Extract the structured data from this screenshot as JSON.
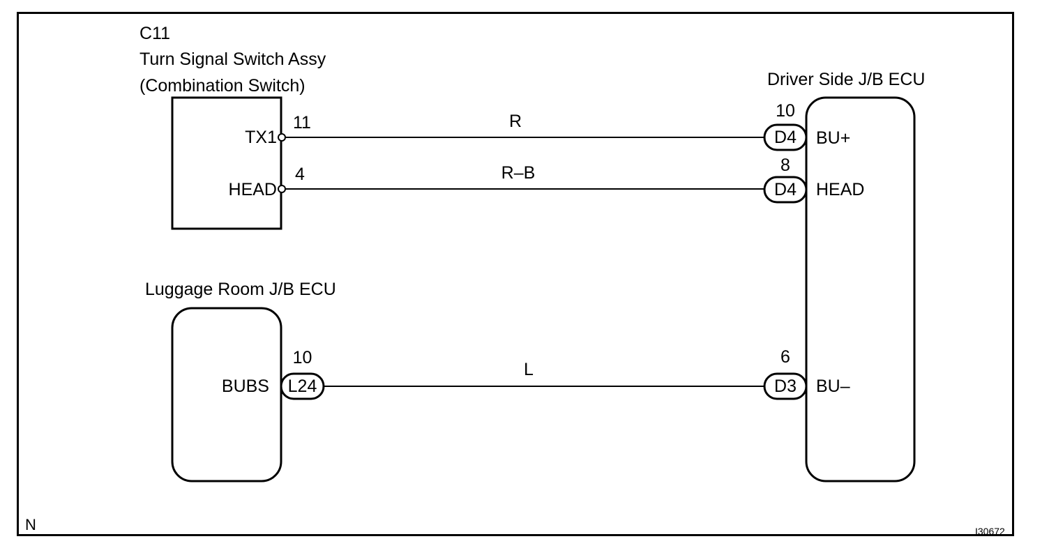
{
  "components": {
    "switch": {
      "code": "C11",
      "name": "Turn Signal Switch Assy",
      "subname": "(Combination Switch)",
      "pins": [
        {
          "label": "TX1",
          "number": "11"
        },
        {
          "label": "HEAD",
          "number": "4"
        }
      ]
    },
    "driver_ecu": {
      "name": "Driver Side J/B ECU",
      "pins": [
        {
          "label": "BU+",
          "number": "10",
          "connector": "D4"
        },
        {
          "label": "HEAD",
          "number": "8",
          "connector": "D4"
        },
        {
          "label": "BU–",
          "number": "6",
          "connector": "D3"
        }
      ]
    },
    "luggage_ecu": {
      "name": "Luggage Room J/B ECU",
      "pins": [
        {
          "label": "BUBS",
          "number": "10",
          "connector": "L24"
        }
      ]
    }
  },
  "wires": [
    {
      "color_code": "R"
    },
    {
      "color_code": "R–B"
    },
    {
      "color_code": "L"
    }
  ],
  "footer": {
    "left": "N",
    "right": "I30672"
  }
}
